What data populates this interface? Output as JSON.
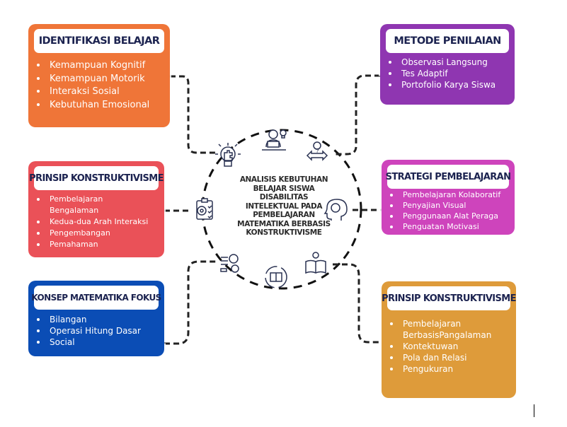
{
  "center": {
    "title_lines": [
      "ANALISIS KEBUTUHAN",
      "BELAJAR SISWA",
      "DISABILITAS",
      "INTELEKTUAL PADA",
      "PEMBELAJARAN",
      "MATEMATIKA BERBASIS",
      "KONSTRUKTIVISME"
    ]
  },
  "boxes": {
    "identifikasi": {
      "title": "IDENTIFIKASI BELAJAR",
      "color": "#ef7538",
      "items": [
        "Kemampuan Kognitif",
        "Kemampuan Motorik",
        "Interaksi Sosial",
        "Kebutuhan Emosional"
      ]
    },
    "metode": {
      "title": "METODE PENILAIAN",
      "color": "#8f36b1",
      "items": [
        "Observasi Langsung",
        "Tes Adaptif",
        "Portofolio Karya Siswa"
      ]
    },
    "prinsip_left": {
      "title": "PRINSIP KONSTRUKTIVISME",
      "color": "#ea5158",
      "items": [
        "Pembelajaran Bengalaman",
        "Kedua-dua Arah Interaksi",
        "Pengembangan",
        "Pemahaman"
      ]
    },
    "strategi": {
      "title": "STRATEGI PEMBELAJARAN",
      "color": "#ce44bc",
      "items": [
        "Pembelajaran Kolaboratif",
        "Penyajian Visual",
        "Penggunaan Alat Peraga",
        "Penguatan Motivasi"
      ]
    },
    "konsep": {
      "title": "KONSEP MATEMATIKA FOKUS",
      "color": "#0b4db5",
      "items": [
        "Bilangan",
        "Operasi Hitung Dasar",
        "Social"
      ]
    },
    "prinsip_right": {
      "title": "PRINSIP KONSTRUKTIVISME",
      "color": "#de9b3a",
      "items": [
        "Pembelajaran BerbasisPangalaman",
        "Kontektuwan",
        "Pola dan Relasi",
        "Pengukuran"
      ]
    }
  },
  "icons": [
    "lightbulb-puzzle-icon",
    "student-reading-icon",
    "decision-arrows-icon",
    "brain-head-icon",
    "book-idea-icon",
    "book-cycle-icon",
    "innovation-gear-icon",
    "target-checklist-icon"
  ],
  "colors": {
    "title_text": "#1c2350",
    "icon_stroke": "#2a3252",
    "connector": "#111111"
  }
}
